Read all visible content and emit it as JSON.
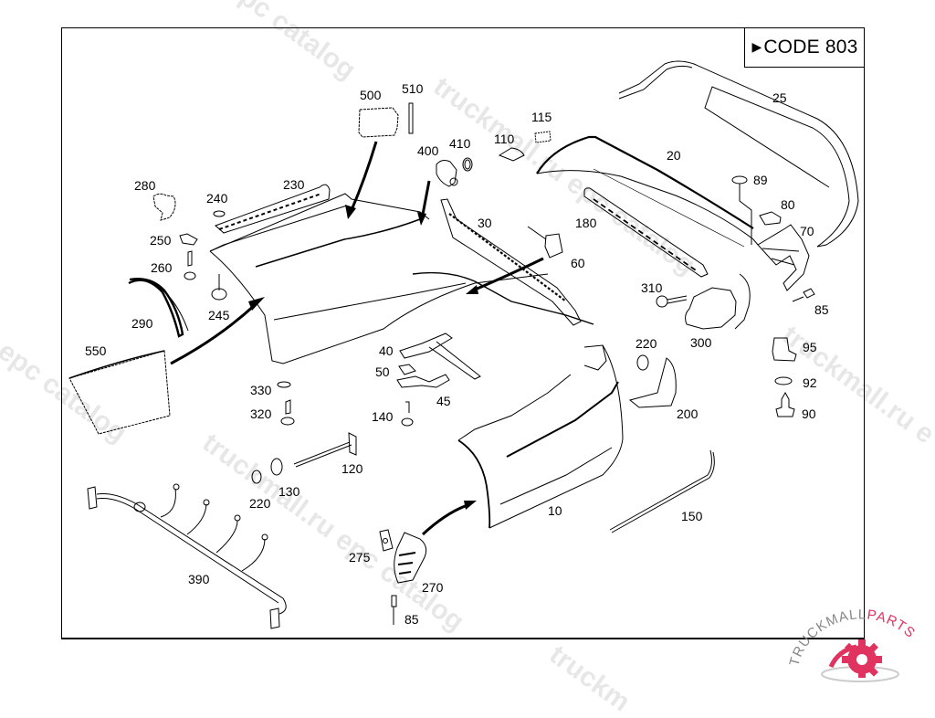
{
  "diagram": {
    "type": "exploded parts diagram",
    "subject": "rear bumper assembly",
    "code_box": {
      "arrow_icon": "triangle-right",
      "label": "CODE 803"
    },
    "callouts": [
      {
        "id": "c500",
        "label": "500",
        "part": "cover plate"
      },
      {
        "id": "c510",
        "label": "510",
        "part": "seal strip"
      },
      {
        "id": "c115",
        "label": "115",
        "part": "clip"
      },
      {
        "id": "c25",
        "label": "25",
        "part": "trim strip"
      },
      {
        "id": "c400",
        "label": "400",
        "part": "sensor"
      },
      {
        "id": "c410",
        "label": "410",
        "part": "ring"
      },
      {
        "id": "c110",
        "label": "110",
        "part": "clip"
      },
      {
        "id": "c20",
        "label": "20",
        "part": "bumper cover upper"
      },
      {
        "id": "c89",
        "label": "89",
        "part": "clip"
      },
      {
        "id": "c280",
        "label": "280",
        "part": "bracket"
      },
      {
        "id": "c230",
        "label": "230",
        "part": "guide rail"
      },
      {
        "id": "c240",
        "label": "240",
        "part": "nut"
      },
      {
        "id": "c80",
        "label": "80",
        "part": "clip"
      },
      {
        "id": "c70",
        "label": "70",
        "part": "side bracket"
      },
      {
        "id": "c30",
        "label": "30",
        "part": "guide rail"
      },
      {
        "id": "c180",
        "label": "180",
        "part": "sensor bracket rail"
      },
      {
        "id": "c250",
        "label": "250",
        "part": "clip nut"
      },
      {
        "id": "c260",
        "label": "260",
        "part": "screw"
      },
      {
        "id": "c60",
        "label": "60",
        "part": "connector"
      },
      {
        "id": "c310",
        "label": "310",
        "part": "screw"
      },
      {
        "id": "c85a",
        "label": "85",
        "part": "rivet"
      },
      {
        "id": "c245",
        "label": "245",
        "part": "grommet"
      },
      {
        "id": "c290",
        "label": "290",
        "part": "wheel arch trim"
      },
      {
        "id": "c300",
        "label": "300",
        "part": "tow hook cover"
      },
      {
        "id": "c95",
        "label": "95",
        "part": "retainer"
      },
      {
        "id": "c550",
        "label": "550",
        "part": "insulation"
      },
      {
        "id": "c40",
        "label": "40",
        "part": "bracket"
      },
      {
        "id": "c220a",
        "label": "220",
        "part": "nut"
      },
      {
        "id": "c50",
        "label": "50",
        "part": "clip"
      },
      {
        "id": "c92",
        "label": "92",
        "part": "washer"
      },
      {
        "id": "c330",
        "label": "330",
        "part": "washer"
      },
      {
        "id": "c45",
        "label": "45",
        "part": "bracket"
      },
      {
        "id": "c320",
        "label": "320",
        "part": "bolt"
      },
      {
        "id": "c140",
        "label": "140",
        "part": "screw"
      },
      {
        "id": "c200",
        "label": "200",
        "part": "bracket"
      },
      {
        "id": "c90",
        "label": "90",
        "part": "clip"
      },
      {
        "id": "c120",
        "label": "120",
        "part": "bolt"
      },
      {
        "id": "c220b",
        "label": "220",
        "part": "nut"
      },
      {
        "id": "c130",
        "label": "130",
        "part": "washer"
      },
      {
        "id": "c10",
        "label": "10",
        "part": "bumper cover"
      },
      {
        "id": "c150",
        "label": "150",
        "part": "trim strip"
      },
      {
        "id": "c390",
        "label": "390",
        "part": "wiring harness"
      },
      {
        "id": "c275",
        "label": "275",
        "part": "clip nut"
      },
      {
        "id": "c270",
        "label": "270",
        "part": "cover"
      },
      {
        "id": "c85b",
        "label": "85",
        "part": "rivet"
      }
    ]
  },
  "watermarks": [
    "epc catalog",
    "truckmall.ru epc catalog",
    "ru epc catalog",
    "truckmall.ru e",
    "truckmall.ru epc catalog",
    "truckm"
  ],
  "logo": {
    "text_dark": "TRUCKMALL",
    "text_accent": "PARTS",
    "icon": "gear-icon",
    "accent_color": "#e0335f",
    "dark_color": "#888888"
  }
}
